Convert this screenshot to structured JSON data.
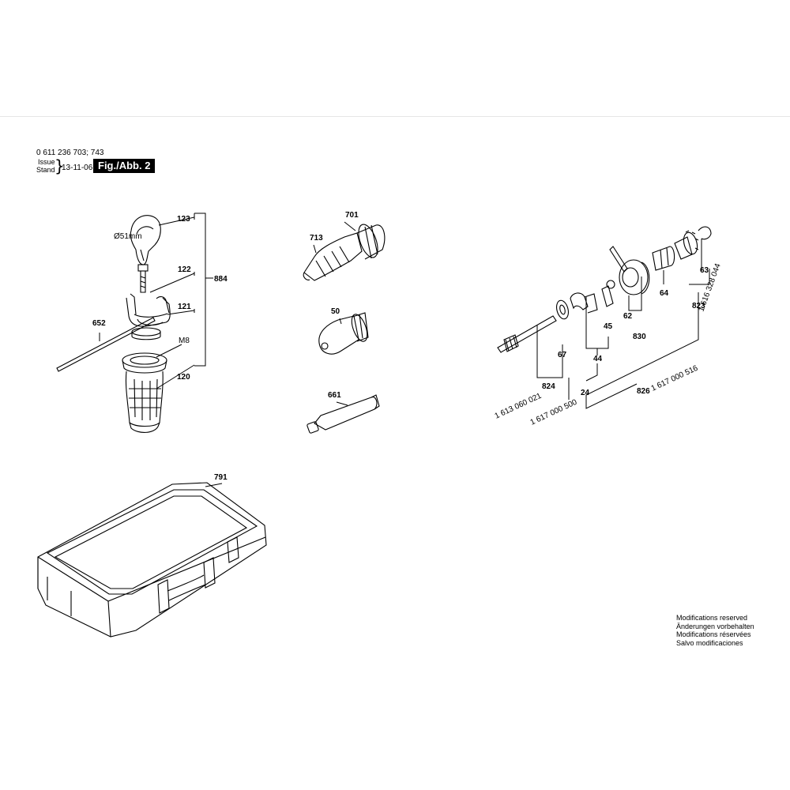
{
  "header": {
    "doc_number": "0 611 236 703; 743",
    "issue_label": "Issue",
    "stand_label": "Stand",
    "brace": "}",
    "date": "13-11-06",
    "fig_label": "Fig./Abb. 2"
  },
  "parts": {
    "p123": "123",
    "p122": "122",
    "p121": "121",
    "p120": "120",
    "p884": "884",
    "p652": "652",
    "m8": "M8",
    "dia51": "Ø51mm",
    "p701": "701",
    "p713": "713",
    "p50": "50",
    "p661": "661",
    "p791": "791",
    "p67": "67",
    "p45": "45",
    "p44": "44",
    "p62": "62",
    "p830": "830",
    "p64": "64",
    "p63": "63",
    "p823": "823",
    "p824": "824",
    "p24": "24",
    "p826": "826",
    "n1616328044": "1 616 328 044",
    "n1613060021": "1 613 060 021",
    "n1617000500": "1 617 000 500",
    "n1617000516": "1 617 000 516"
  },
  "notes": {
    "en": "Modifications reserved",
    "de": "Änderungen vorbehalten",
    "fr": "Modifications réservées",
    "es": "Salvo modificaciones"
  }
}
